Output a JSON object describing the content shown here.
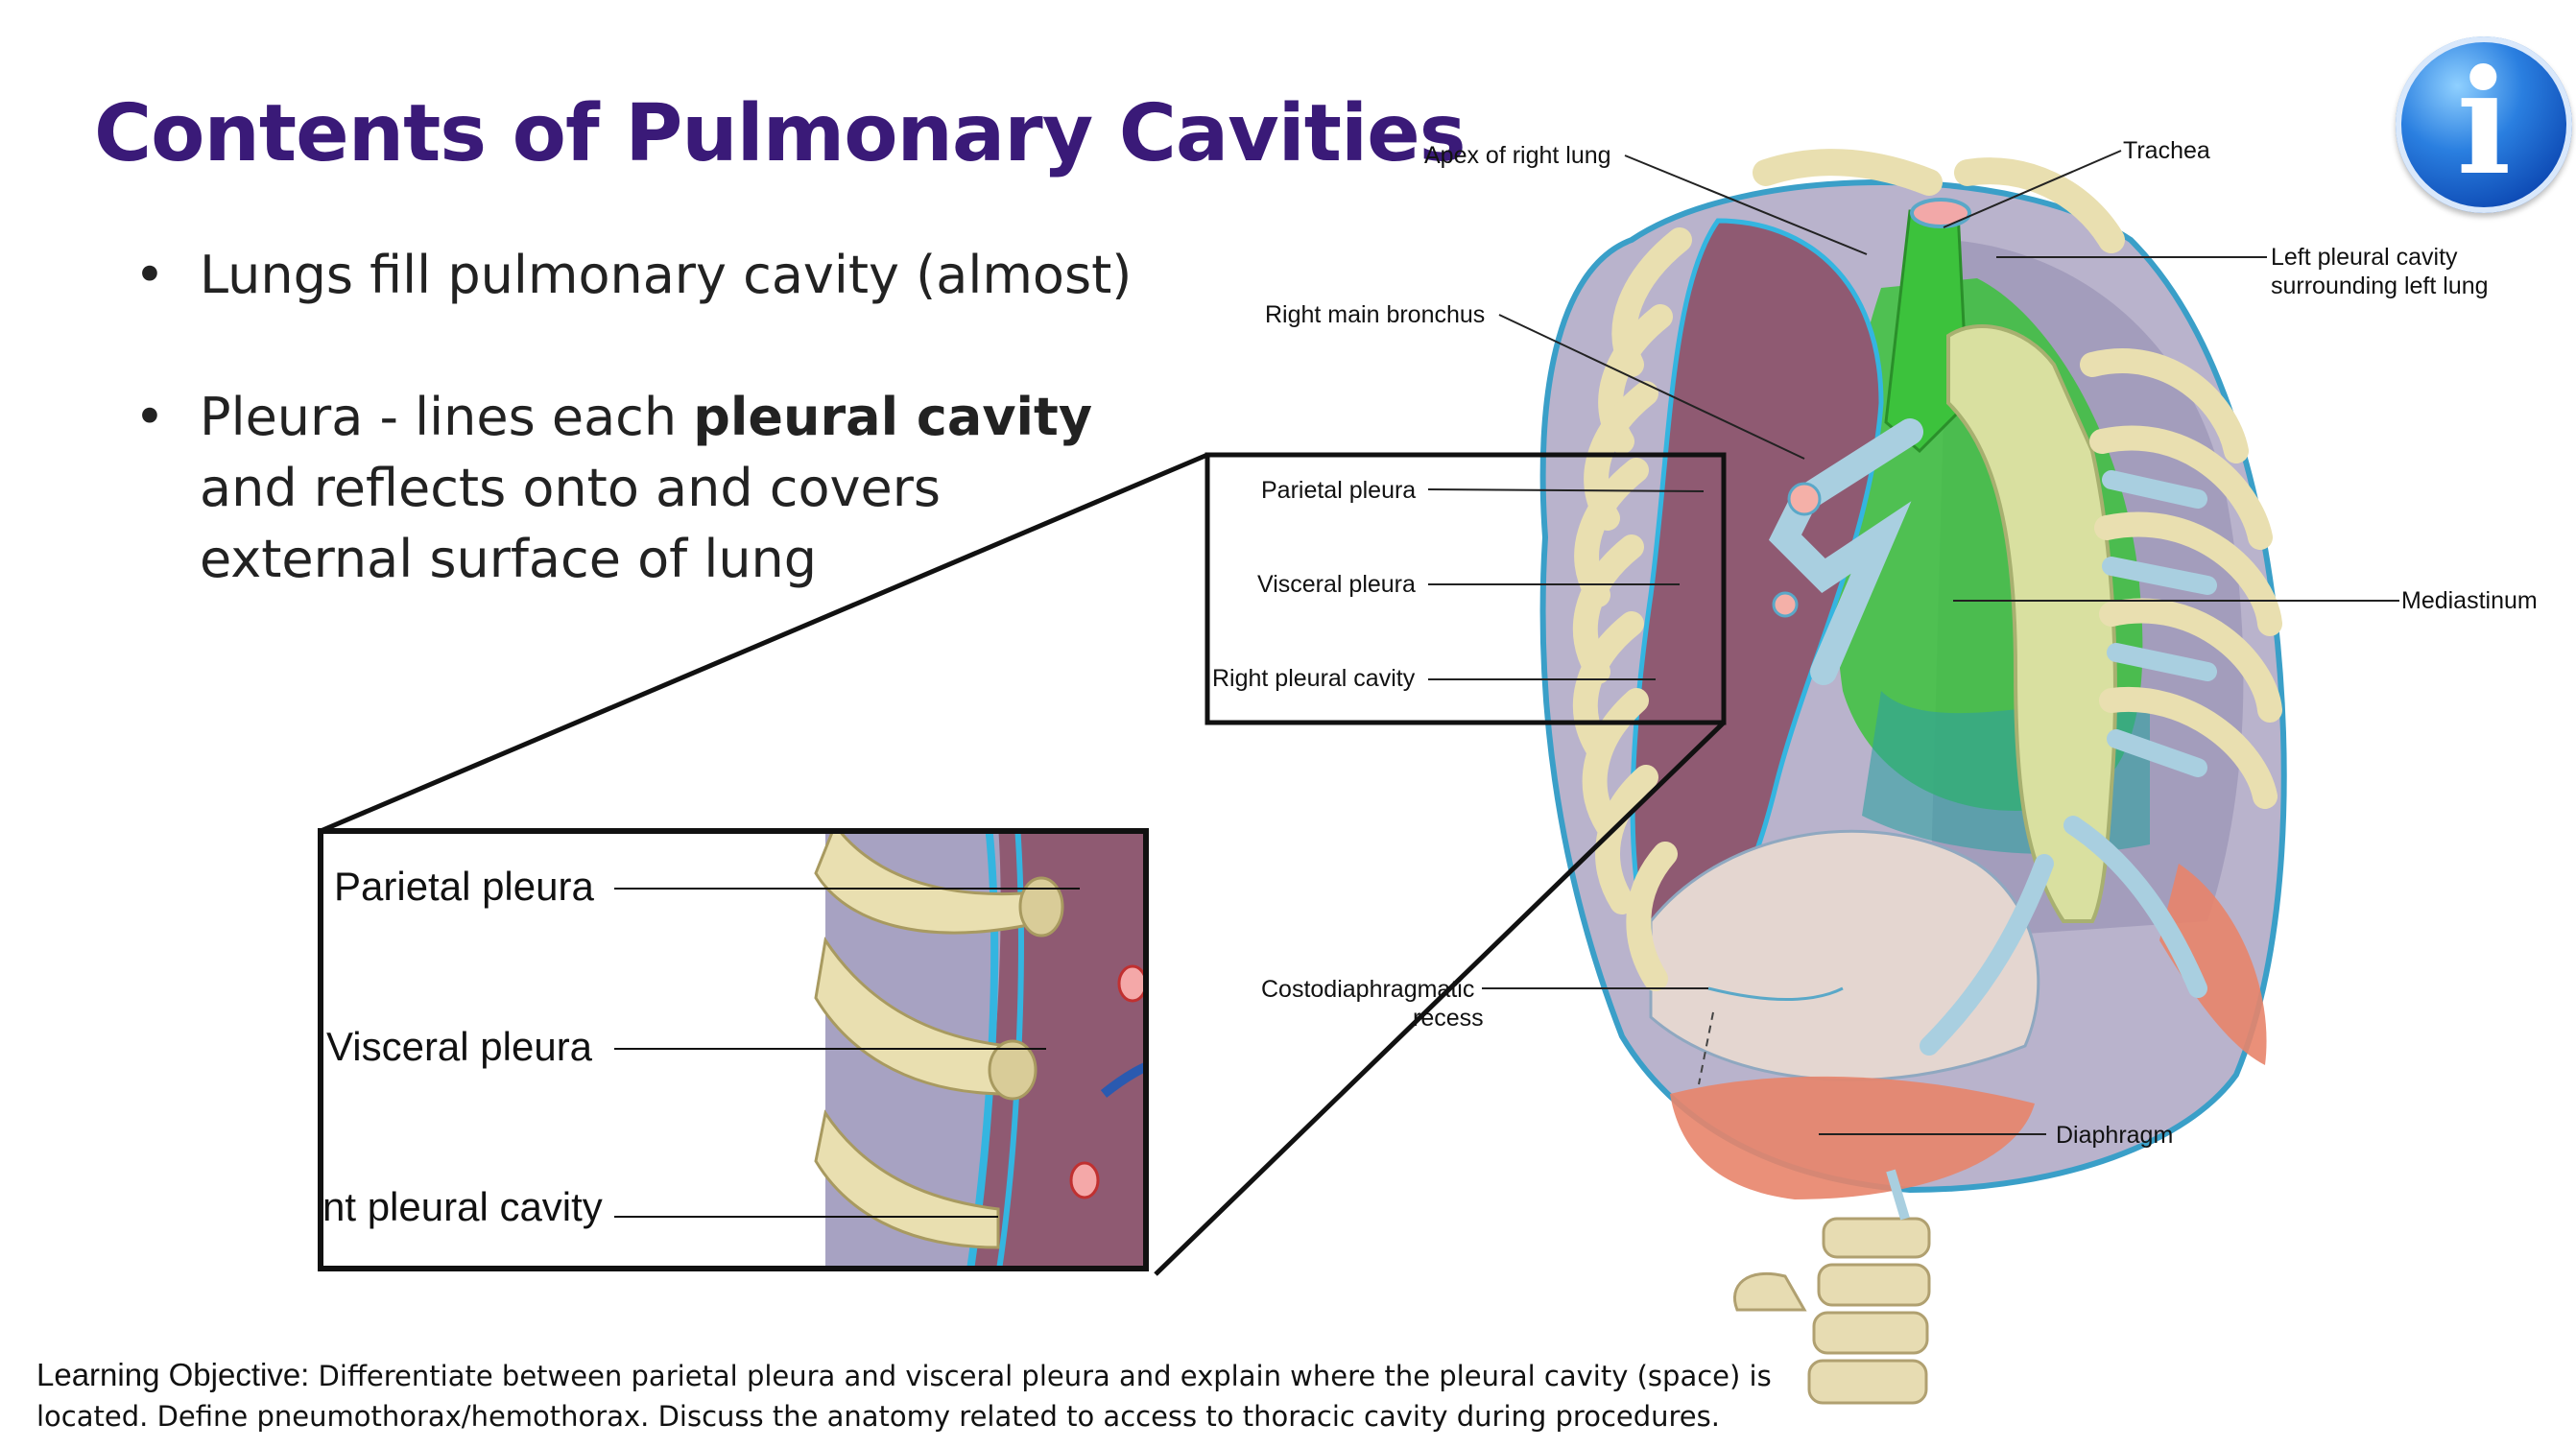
{
  "slide": {
    "title": "Contents of Pulmonary Cavities",
    "bullets": [
      {
        "text": "Lungs fill pulmonary cavity (almost)"
      },
      {
        "pre": "Pleura - lines each ",
        "bold": "pleural cavity",
        "post": " and reflects onto and covers external surface of lung"
      }
    ],
    "bullet_symbol": "•"
  },
  "info_button": {
    "glyph": "i",
    "icon": "info-icon",
    "color": "#1f6fd6"
  },
  "figure": {
    "labels": {
      "apex": "Apex of right lung",
      "trachea": "Trachea",
      "left_pleural_1": "Left pleural cavity",
      "left_pleural_2": "surrounding left lung",
      "right_main_bronchus": "Right main bronchus",
      "parietal": "Parietal pleura",
      "visceral": "Visceral pleura",
      "right_pleural_cavity": "Right pleural cavity",
      "mediastinum": "Mediastinum",
      "costodiaphragmatic_1": "Costodiaphragmatic",
      "costodiaphragmatic_2": "recess",
      "diaphragm": "Diaphragm"
    },
    "zoom_labels": {
      "parietal": "Parietal pleura",
      "visceral": "Visceral pleura",
      "right_pleural_cavity": "nt pleural cavity"
    },
    "colors": {
      "rib": "#e9dfb0",
      "lung": "#8f5a72",
      "pleura": "#34b5e0",
      "mediastinum": "#3cc23c",
      "diaphragm": "#e8846a",
      "cartilage": "#a9cfe0"
    }
  },
  "objective": {
    "heading": "Learning Objective:",
    "text": " Differentiate between parietal pleura and visceral pleura and explain where the pleural cavity (space) is located. Define pneumothorax/hemothorax. Discuss the anatomy related to access to thoracic cavity during procedures."
  }
}
